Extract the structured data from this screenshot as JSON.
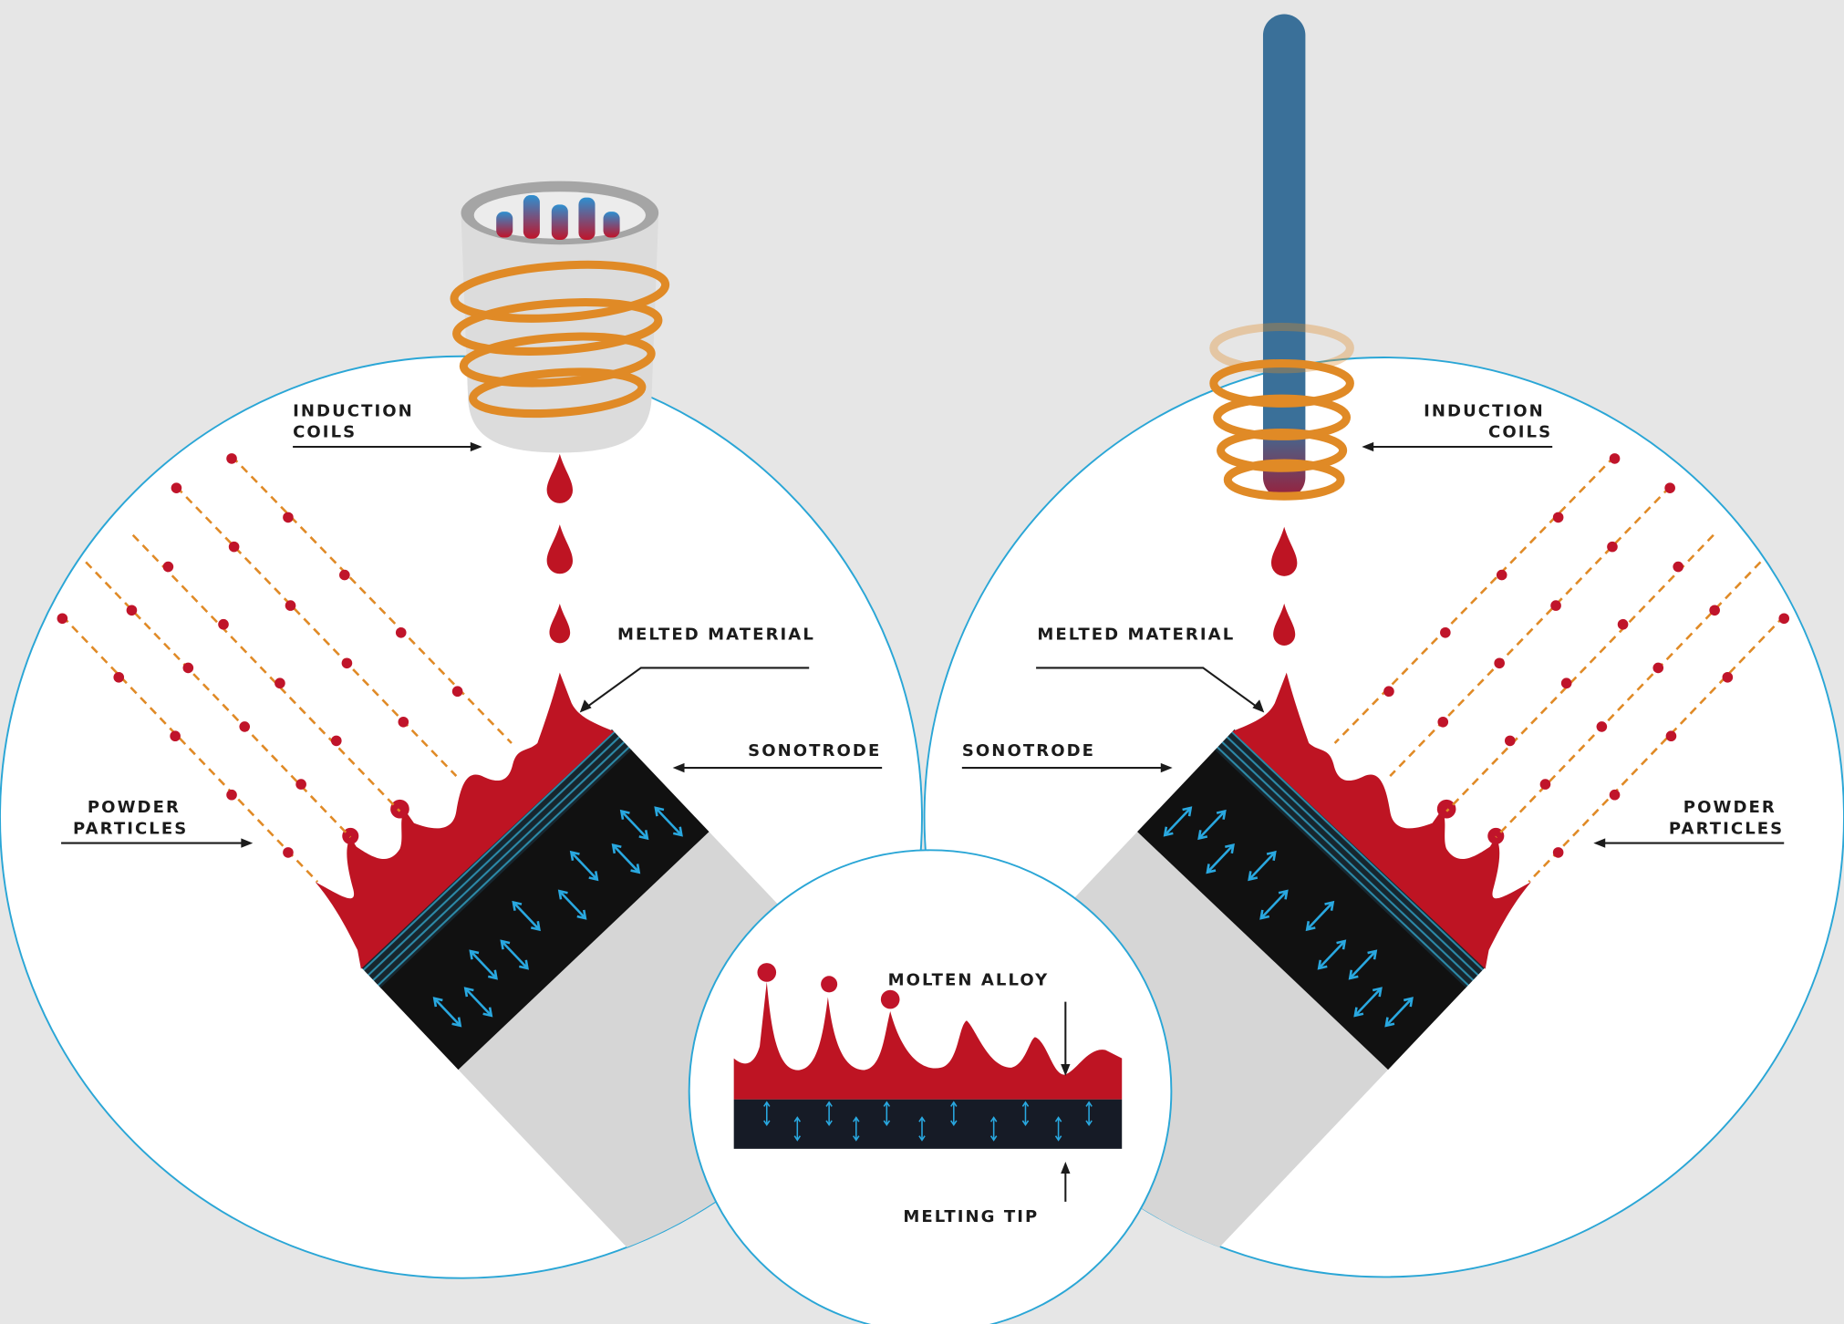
{
  "labels": {
    "left_induction_coils": [
      "INDUCTION",
      "COILS"
    ],
    "left_melted_material": "MELTED MATERIAL",
    "left_sonotrode": "SONOTRODE",
    "left_powder_particles": [
      "POWDER",
      "PARTICLES"
    ],
    "right_induction_coils": [
      "INDUCTION",
      "COILS"
    ],
    "right_melted_material": "MELTED MATERIAL",
    "right_sonotrode": "SONOTRODE",
    "right_powder_particles": [
      "POWDER",
      "PARTICLES"
    ],
    "molten_alloy": "MOLTEN ALLOY",
    "melting_tip": "MELTING TIP"
  },
  "colors": {
    "background": "#e6e6e6",
    "circle_outline": "#2aa6d6",
    "melt": "#be1423",
    "coil": "#e08a26",
    "rod": "#3a7099",
    "sonotrode": "#111111",
    "vibration_arrows": "#29a8e0"
  }
}
